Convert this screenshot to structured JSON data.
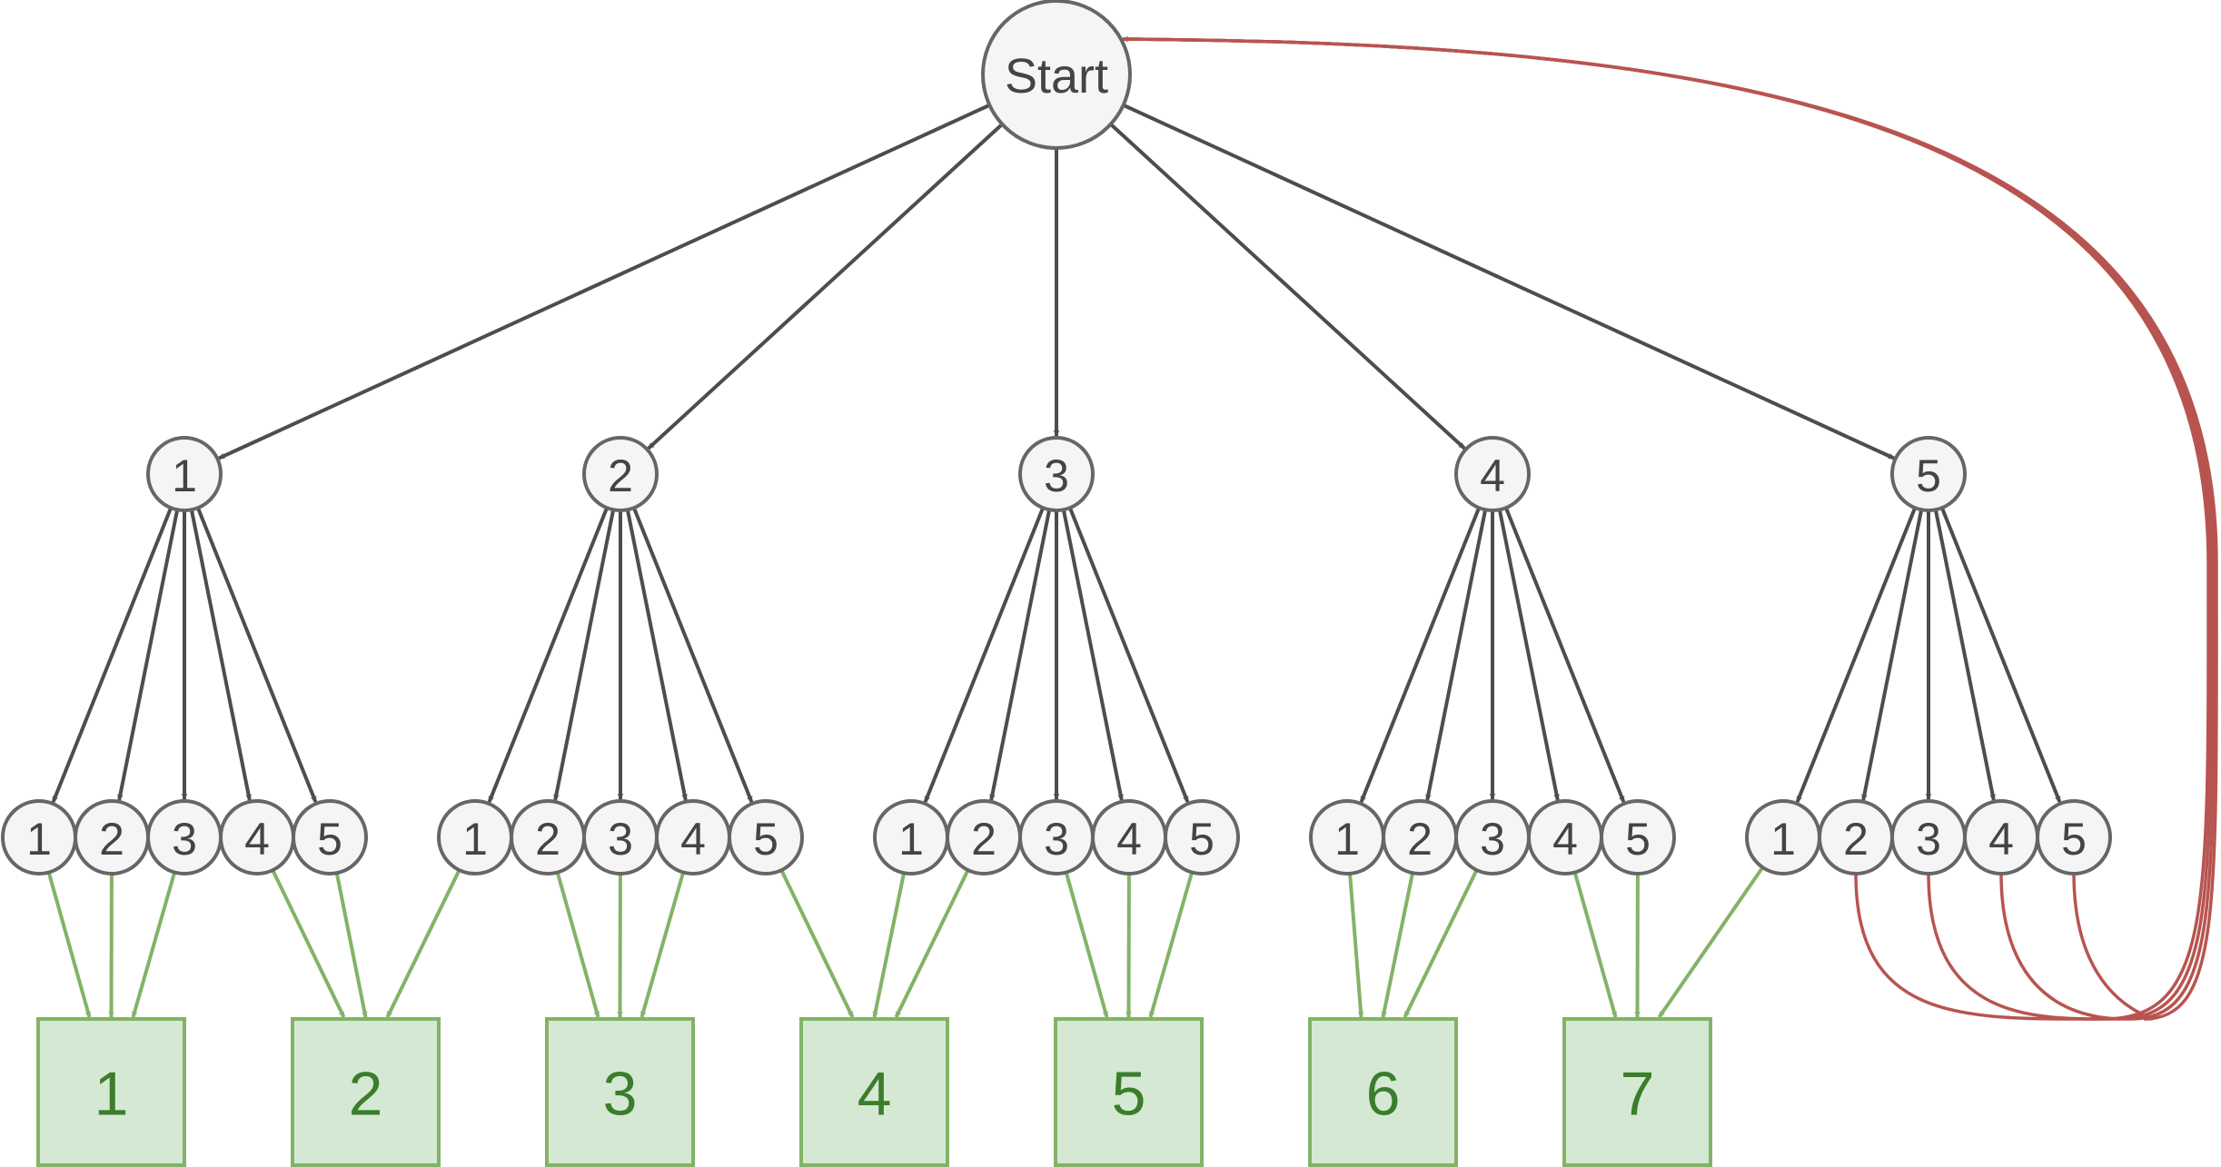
{
  "diagram": {
    "start": {
      "label": "Start"
    },
    "level1": [
      {
        "label": "1"
      },
      {
        "label": "2"
      },
      {
        "label": "3"
      },
      {
        "label": "4"
      },
      {
        "label": "5"
      }
    ],
    "level2_labels": [
      "1",
      "2",
      "3",
      "4",
      "5"
    ],
    "results": [
      {
        "label": "1"
      },
      {
        "label": "2"
      },
      {
        "label": "3"
      },
      {
        "label": "4"
      },
      {
        "label": "5"
      },
      {
        "label": "6"
      },
      {
        "label": "7"
      }
    ],
    "mapping": [
      [
        "R1",
        "R1",
        "R1",
        "R2",
        "R2"
      ],
      [
        "R2",
        "R3",
        "R3",
        "R3",
        "R4"
      ],
      [
        "R4",
        "R4",
        "R5",
        "R5",
        "R5"
      ],
      [
        "R6",
        "R6",
        "R6",
        "R7",
        "R7"
      ],
      [
        "R7",
        "Start",
        "Start",
        "Start",
        "Start"
      ]
    ],
    "colors": {
      "node_fill": "#f5f5f5",
      "node_stroke": "#666666",
      "node_text": "#444444",
      "tree_edge": "#4d4d4d",
      "result_fill": "#d5e8d4",
      "result_stroke": "#82b366",
      "result_text": "#3a7d2a",
      "result_edge": "#82b366",
      "loop_edge": "#b85450"
    }
  }
}
